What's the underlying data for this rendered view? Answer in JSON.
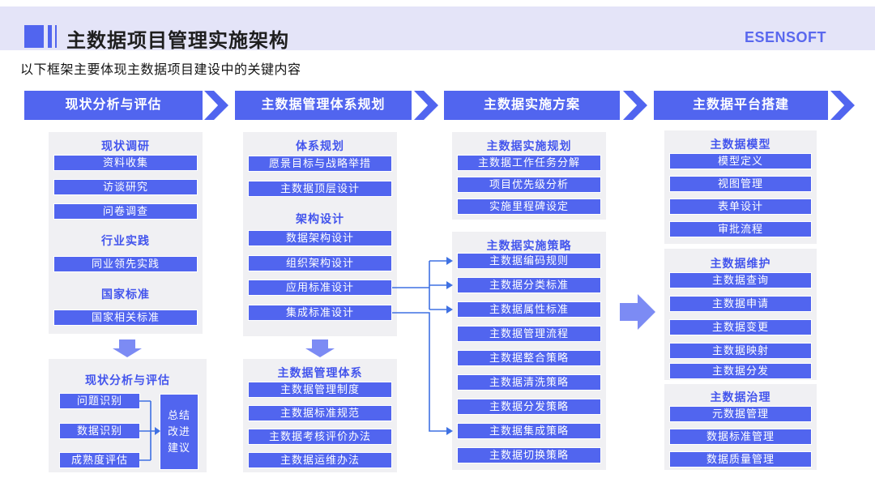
{
  "header": {
    "title": "主数据项目管理实施架构",
    "logo": "ESENSOFT"
  },
  "subtitle": "以下框架主要体现主数据项目建设中的关键内容",
  "colors": {
    "primary": "#5165ef",
    "heading_text": "#4355ed",
    "panel_bg": "#f0f0f3",
    "band_bg": "#e4e4f8",
    "block_arrow": "#7c8bf4",
    "connector": "#3f71e3"
  },
  "stages": [
    {
      "label": "现状分析与评估"
    },
    {
      "label": "主数据管理体系规划"
    },
    {
      "label": "主数据实施方案"
    },
    {
      "label": "主数据平台搭建"
    }
  ],
  "col1": {
    "panelA": {
      "groups": [
        {
          "heading": "现状调研",
          "items": [
            "资料收集",
            "访谈研究",
            "问卷调查"
          ]
        },
        {
          "heading": "行业实践",
          "items": [
            "同业领先实践"
          ]
        },
        {
          "heading": "国家标准",
          "items": [
            "国家相关标准"
          ]
        }
      ]
    },
    "panelB": {
      "heading": "现状分析与评估",
      "items": [
        "问题识别",
        "数据识别",
        "成熟度评估"
      ],
      "summary": "总结\n改进\n建议"
    }
  },
  "col2": {
    "panelA": {
      "groups": [
        {
          "heading": "体系规划",
          "items": [
            "愿景目标与战略举措",
            "主数据顶层设计"
          ]
        },
        {
          "heading": "架构设计",
          "items": [
            "数据架构设计",
            "组织架构设计",
            "应用标准设计",
            "集成标准设计"
          ]
        }
      ]
    },
    "panelB": {
      "heading": "主数据管理体系",
      "items": [
        "主数据管理制度",
        "主数据标准规范",
        "主数据考核评价办法",
        "主数据运维办法"
      ]
    }
  },
  "col3": {
    "panelA": {
      "heading": "主数据实施规划",
      "items": [
        "主数据工作任务分解",
        "项目优先级分析",
        "实施里程碑设定"
      ]
    },
    "panelB": {
      "heading": "主数据实施策略",
      "items": [
        "主数据编码规则",
        "主数据分类标准",
        "主数据属性标准",
        "主数据管理流程",
        "主数据整合策略",
        "主数据清洗策略",
        "主数据分发策略",
        "主数据集成策略",
        "主数据切换策略"
      ]
    }
  },
  "col4": {
    "panelA": {
      "heading": "主数据模型",
      "items": [
        "模型定义",
        "视图管理",
        "表单设计",
        "审批流程"
      ]
    },
    "panelB": {
      "heading": "主数据维护",
      "items": [
        "主数据查询",
        "主数据申请",
        "主数据变更",
        "主数据映射",
        "主数据分发"
      ]
    },
    "panelC": {
      "heading": "主数据治理",
      "items": [
        "元数据管理",
        "数据标准管理",
        "数据质量管理"
      ]
    }
  }
}
